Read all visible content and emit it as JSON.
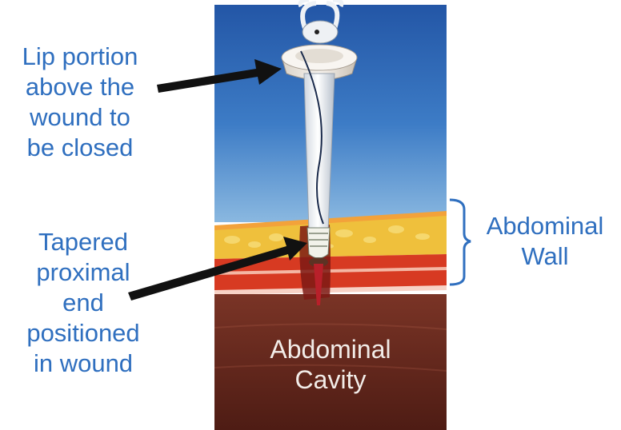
{
  "labels": {
    "lip": [
      "Lip portion",
      "above the",
      "wound to",
      "be closed"
    ],
    "tapered": [
      "Tapered",
      "proximal",
      "end",
      "positioned",
      "in wound"
    ],
    "wall": [
      "Abdominal",
      "Wall"
    ],
    "cavity": [
      "Abdominal",
      "Cavity"
    ]
  },
  "colors": {
    "label_text": "#2f6fbf",
    "sky_top": "#2a62b2",
    "sky_bottom": "#7fb0dc",
    "fat_layer": "#f0c040",
    "muscle_layer": "#d8361f",
    "cavity": "#6e2e22",
    "arrow": "#111111"
  },
  "icons": {
    "arrows": "black-pointer-arrow",
    "bracket": "curly-brace"
  }
}
